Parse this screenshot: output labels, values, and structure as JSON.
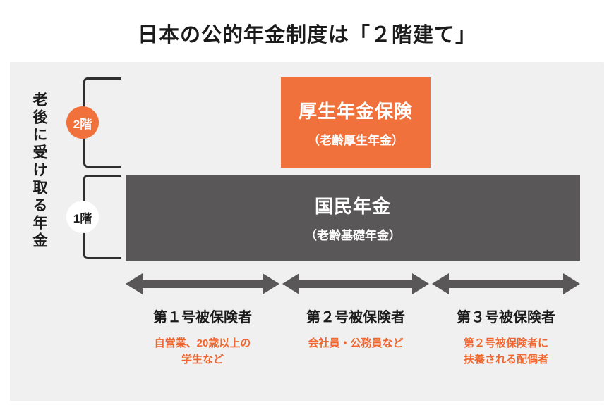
{
  "title": "日本の公的年金制度は「２階建て」",
  "side_label": "老後に受け取る年金",
  "floors": [
    {
      "badge": "2階",
      "title": "厚生年金保険",
      "subtitle": "（老齢厚生年金）"
    },
    {
      "badge": "1階",
      "title": "国民年金",
      "subtitle": "（老齢基礎年金）"
    }
  ],
  "insured_types": [
    {
      "label": "第１号被保険者",
      "desc": "自営業、20歳以上の\n学生など"
    },
    {
      "label": "第２号被保険者",
      "desc": "会社員・公務員など"
    },
    {
      "label": "第３号被保険者",
      "desc": "第２号被保険者に\n扶養される配偶者"
    }
  ],
  "colors": {
    "accent_orange": "#f0713c",
    "desc_orange": "#f0662e",
    "box_gray": "#595757",
    "panel_bg": "#f0f0f0",
    "text_dark": "#1b1b1b"
  }
}
